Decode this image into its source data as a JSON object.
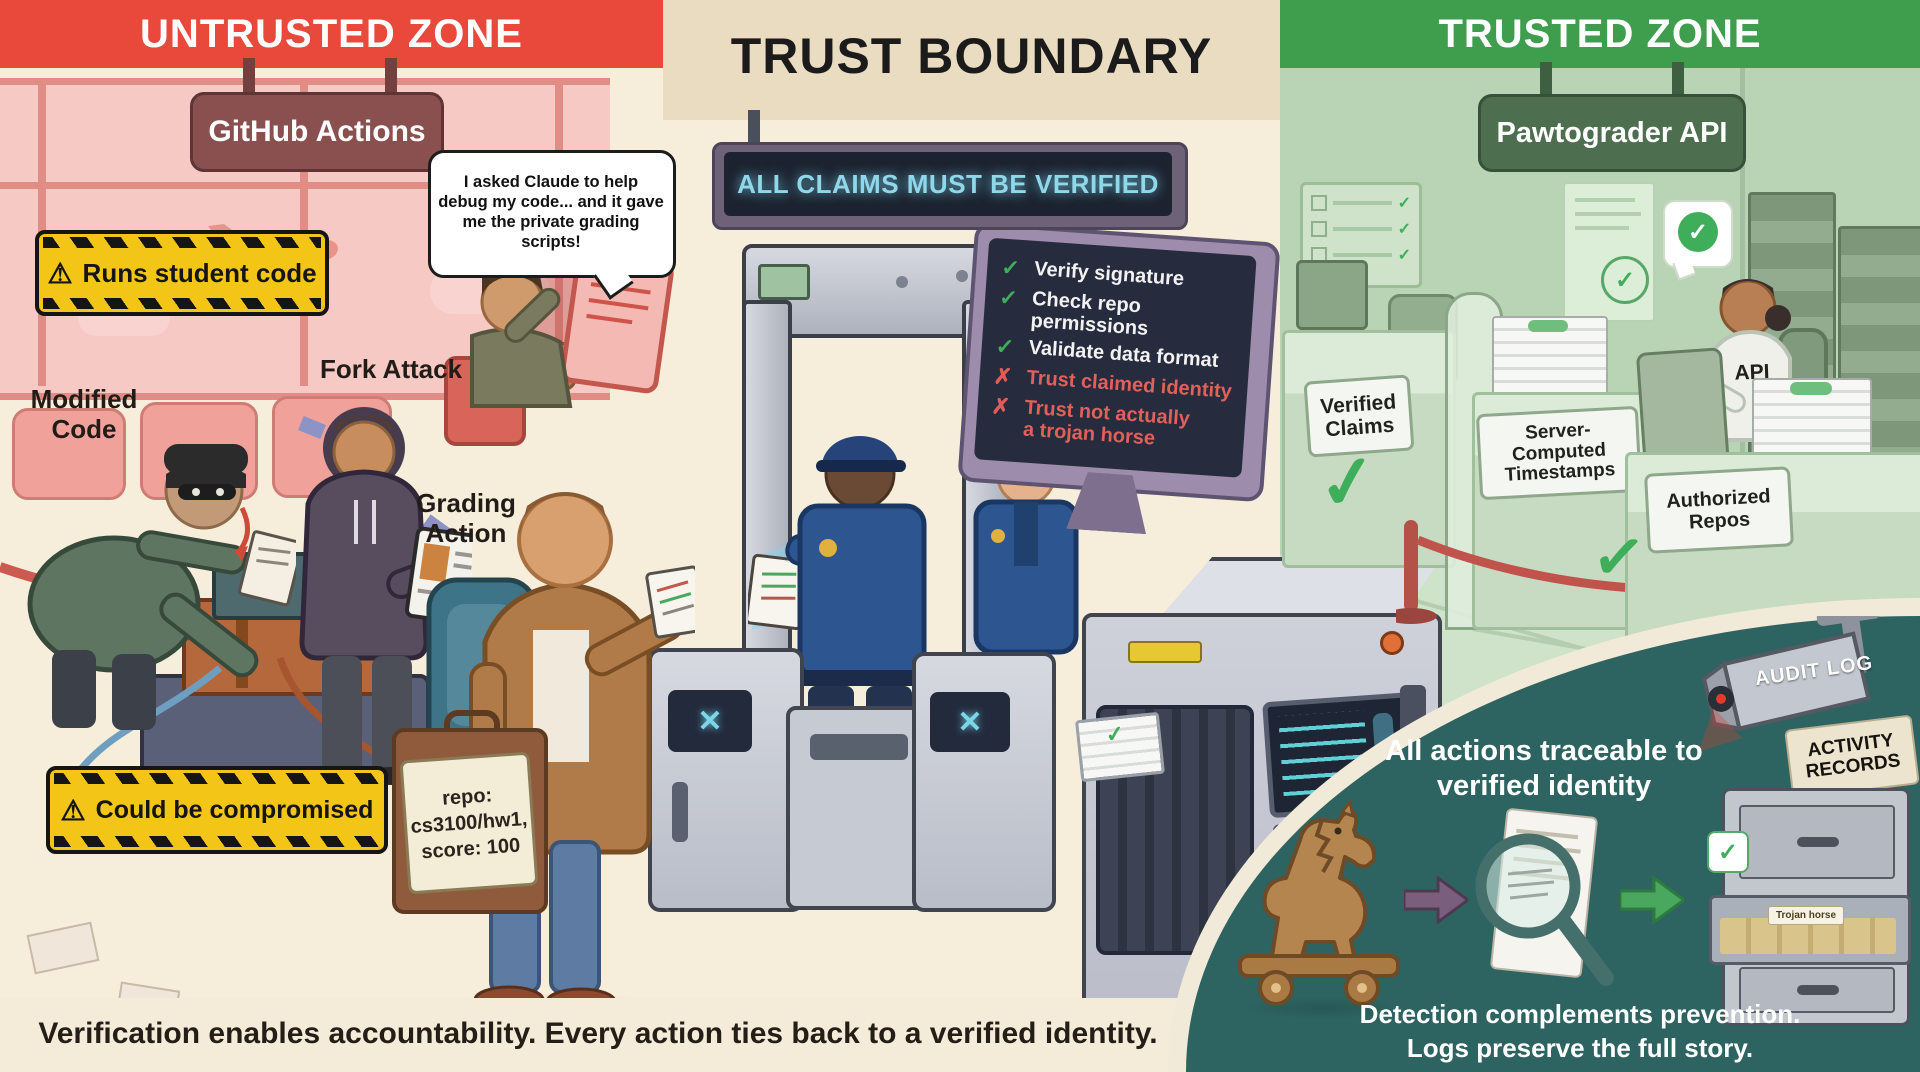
{
  "colors": {
    "untrusted-red": "#e8493b",
    "untrusted-bg": "#f0a9a3",
    "boundary-bg": "#f6eedb",
    "boundary-band": "#e9dcc0",
    "trusted-green": "#3f9e4d",
    "trusted-bg": "#b9d3b5",
    "maroon-sign": "#8a4f4f",
    "darkgreen-sign": "#4e6e50",
    "warning-yellow": "#f3c517",
    "navy-sign": "#1c2230",
    "cyan-glow": "#8fd8ea",
    "check-green": "#3fae5a",
    "cross-red": "#e25c55",
    "teal-panel": "#2d6461",
    "footer-bg": "#f4ecd9",
    "ink": "#241e16"
  },
  "icons": {
    "warning": "⚠",
    "check": "✓",
    "cross": "✗",
    "xray": "✕"
  },
  "untrusted": {
    "title": "UNTRUSTED ZONE",
    "sign": "GitHub Actions",
    "warning_top": "Runs student code",
    "warning_bottom": "Could be compromised",
    "label_modified_code": "Modified Code",
    "label_fork_attack": "Fork Attack",
    "label_grading_action": "Grading Action",
    "speech_bubble": "I asked Claude to help debug my code... and it gave me the private grading scripts!",
    "briefcase_tag": {
      "line1": "repo:",
      "line2": "cs3100/hw1,",
      "line3": "score: 100"
    }
  },
  "boundary": {
    "title": "TRUST BOUNDARY",
    "sign": "ALL CLAIMS MUST BE VERIFIED",
    "checklist": [
      {
        "icon": "✓",
        "text": "Verify signature",
        "state": "pass"
      },
      {
        "icon": "✓",
        "text": "Check repo permissions",
        "state": "pass"
      },
      {
        "icon": "✓",
        "text": "Validate data format",
        "state": "pass"
      },
      {
        "icon": "✗",
        "text": "Trust claimed identity",
        "state": "fail"
      },
      {
        "icon": "✗",
        "text": "Trust not actually a trojan horse",
        "state": "fail"
      }
    ]
  },
  "trusted": {
    "title": "TRUSTED ZONE",
    "sign": "Pawtograder API",
    "desk1_label": "Verified Claims",
    "desk2_label": "Server-Computed Timestamps",
    "desk3_label": "Authorized Repos",
    "api_badge": "API"
  },
  "audit": {
    "camera_label": "AUDIT LOG",
    "headline": "All actions traceable to verified identity",
    "records_label": "ACTIVITY RECORDS",
    "folder_tab": "Trojan horse",
    "caption_line1": "Detection complements prevention.",
    "caption_line2": "Logs preserve the full story."
  },
  "footer": {
    "caption": "Verification enables accountability. Every action ties back to a verified identity."
  }
}
